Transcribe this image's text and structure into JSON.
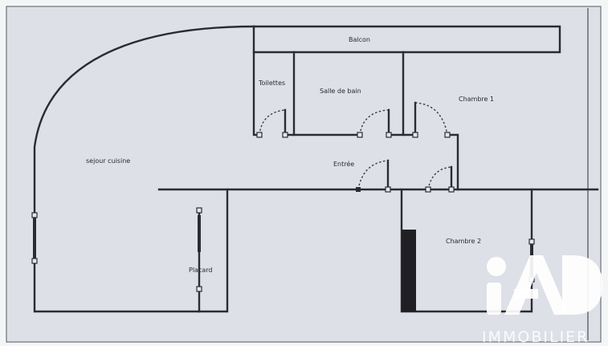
{
  "rooms": {
    "balcon": "Balcon",
    "toilettes": "Toilettes",
    "salle_de_bain": "Salle de bain",
    "chambre_1": "Chambre 1",
    "sejour_cuisine": "sejour cuisine",
    "entree": "Entrée",
    "chambre_2": "Chambre 2",
    "placard": "Placard"
  },
  "watermark": {
    "logo": "iAD",
    "text": "IMMOBILIER"
  },
  "colors": {
    "paper": "#dde0e7",
    "walls": "#2b2b33",
    "logo": "#ffffff"
  }
}
